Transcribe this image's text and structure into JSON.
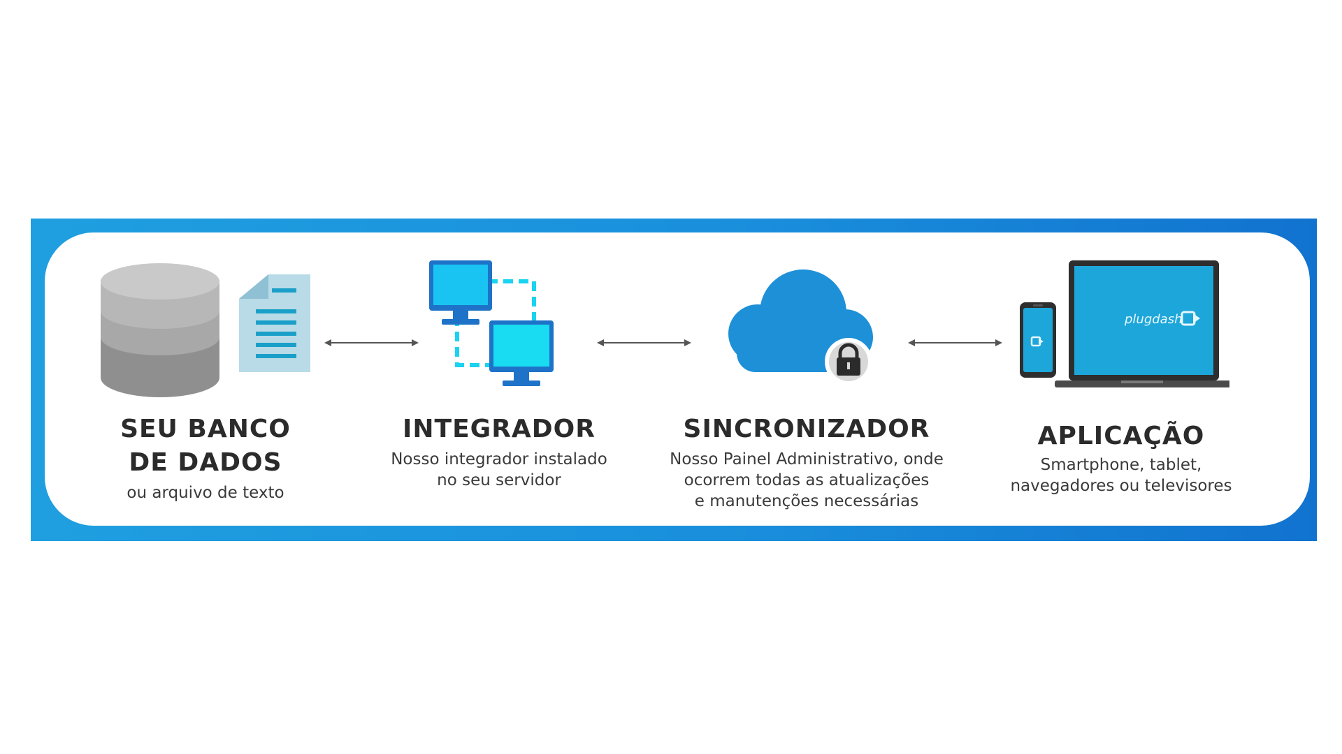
{
  "steps": [
    {
      "title_lines": [
        "SEU BANCO",
        "DE DADOS"
      ],
      "desc_lines": [
        "ou arquivo de texto"
      ],
      "icon": "database-and-document-icon"
    },
    {
      "title_lines": [
        "INTEGRADOR"
      ],
      "desc_lines": [
        "Nosso integrador instalado",
        "no seu servidor"
      ],
      "icon": "networked-computers-icon"
    },
    {
      "title_lines": [
        "SINCRONIZADOR"
      ],
      "desc_lines": [
        "Nosso Painel Administrativo, onde",
        "ocorrem todas as atualizações",
        "e manutenções necessárias"
      ],
      "icon": "cloud-lock-icon"
    },
    {
      "title_lines": [
        "APLICAÇÃO"
      ],
      "desc_lines": [
        "Smartphone, tablet,",
        "navegadores ou televisores"
      ],
      "icon": "devices-icon"
    }
  ],
  "brand": {
    "logo_text": "plugdash"
  },
  "colors": {
    "banner": "#1a8fdc",
    "icon_blue": "#1e90d8",
    "icon_cyan": "#19d3f0",
    "db_gray": "#a6a6a6",
    "doc_blue": "#b8dbe8",
    "title_text": "#2b2b2b"
  }
}
